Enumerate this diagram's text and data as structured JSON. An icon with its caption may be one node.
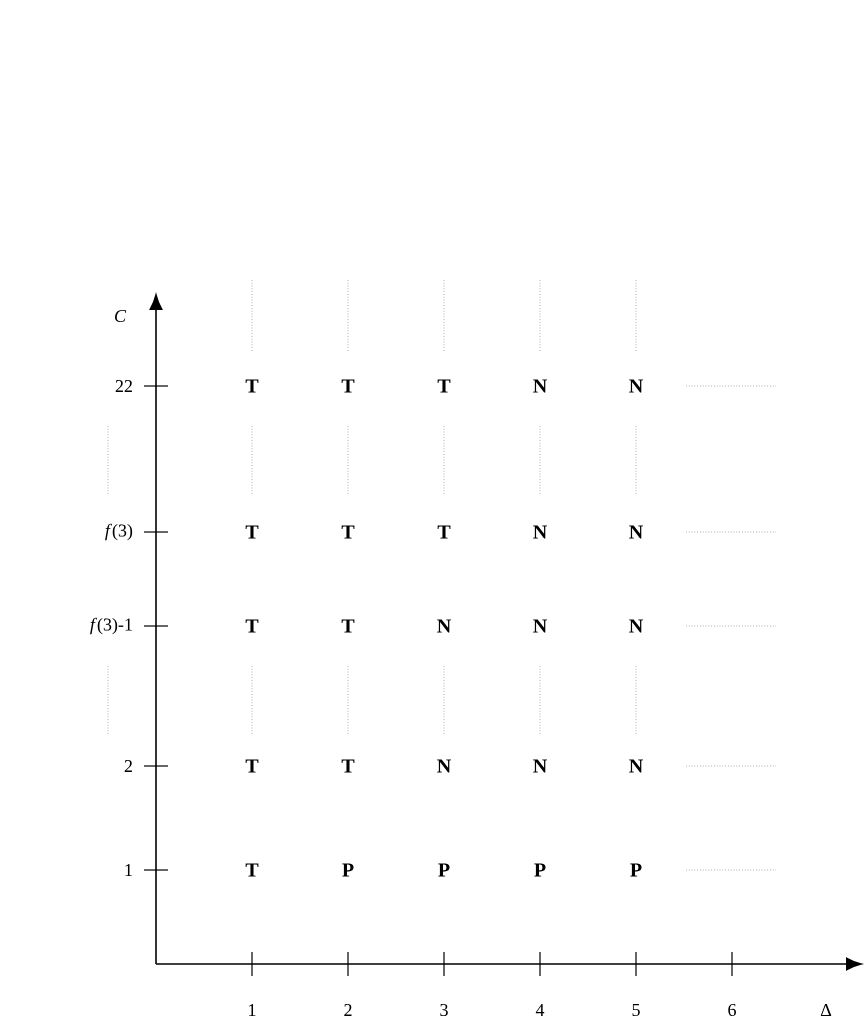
{
  "diagram": {
    "labels": [
      "C",
      "22",
      "T",
      "T",
      "T",
      "N",
      "N",
      "*f*(3)",
      "T",
      "T",
      "T",
      "N",
      "N",
      "*f*(3)-1",
      "T",
      "T",
      "N",
      "N",
      "N",
      "2",
      "T",
      "T",
      "N",
      "N",
      "N",
      "1",
      "T",
      "P",
      "P",
      "P",
      "P",
      "1",
      "2",
      "3",
      "4",
      "5",
      "6",
      "Δ"
    ]
  }
}
